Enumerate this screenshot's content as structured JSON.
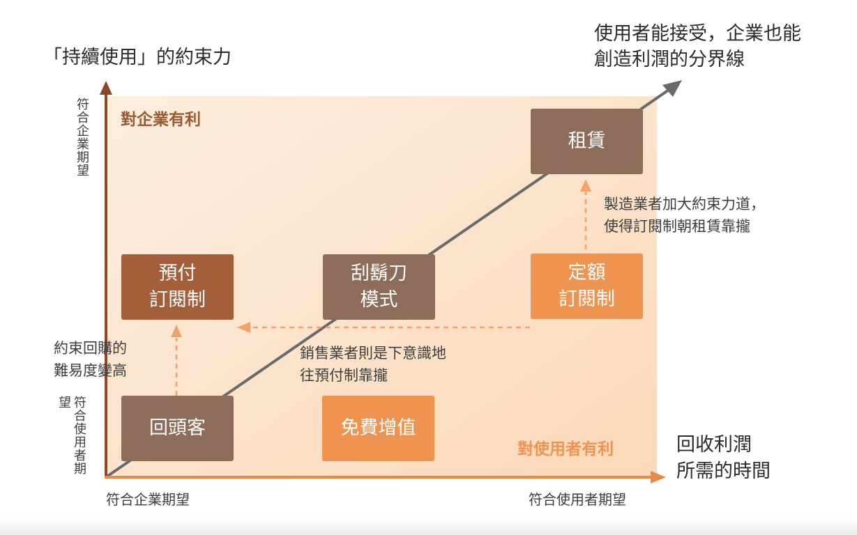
{
  "colors": {
    "region": "#fce6d4",
    "axis": "#e8894a",
    "brown_axis": "#8a4a25",
    "diagonal": "#6a6a6a",
    "box_tan": "#8e6c5a",
    "box_brown": "#a35f39",
    "box_orange": "#ef9450",
    "corner_business": "#9a5a30",
    "corner_user": "#ef9450"
  },
  "title_left": "「持續使用」的約束力",
  "title_right": [
    "使用者能接受，企業也能",
    "創造利潤的分界線"
  ],
  "y_axis_top_label": "符合企業期望",
  "y_axis_bottom_label": "符合使用者期望",
  "x_axis_label": [
    "回收利潤",
    "所需的時間"
  ],
  "x_left_label": "符合企業期望",
  "x_right_label": "符合使用者期望",
  "corner_business": "對企業有利",
  "corner_user": "對使用者有利",
  "boxes": {
    "rental": "租賃",
    "prepaid": "預付\n訂閱制",
    "razor": "刮鬍刀\n模式",
    "fixed": "定額\n訂閱制",
    "repeat": "回頭客",
    "freemium": "免費增值"
  },
  "notes": {
    "manufacturer": [
      "製造業者加大約束力道，",
      "使得訂閱制朝租賃靠攏"
    ],
    "retailer": [
      "銷售業者則是下意識地",
      "往預付制靠攏"
    ],
    "constraint": [
      "約束回購的",
      "難易度變高"
    ]
  },
  "icons": {
    "y_arrow": "arrow-up-icon",
    "x_arrow": "arrow-right-icon",
    "diagonal_arrow": "arrow-diagonal-icon",
    "dashed_arrows": "dashed-arrow-icon"
  }
}
